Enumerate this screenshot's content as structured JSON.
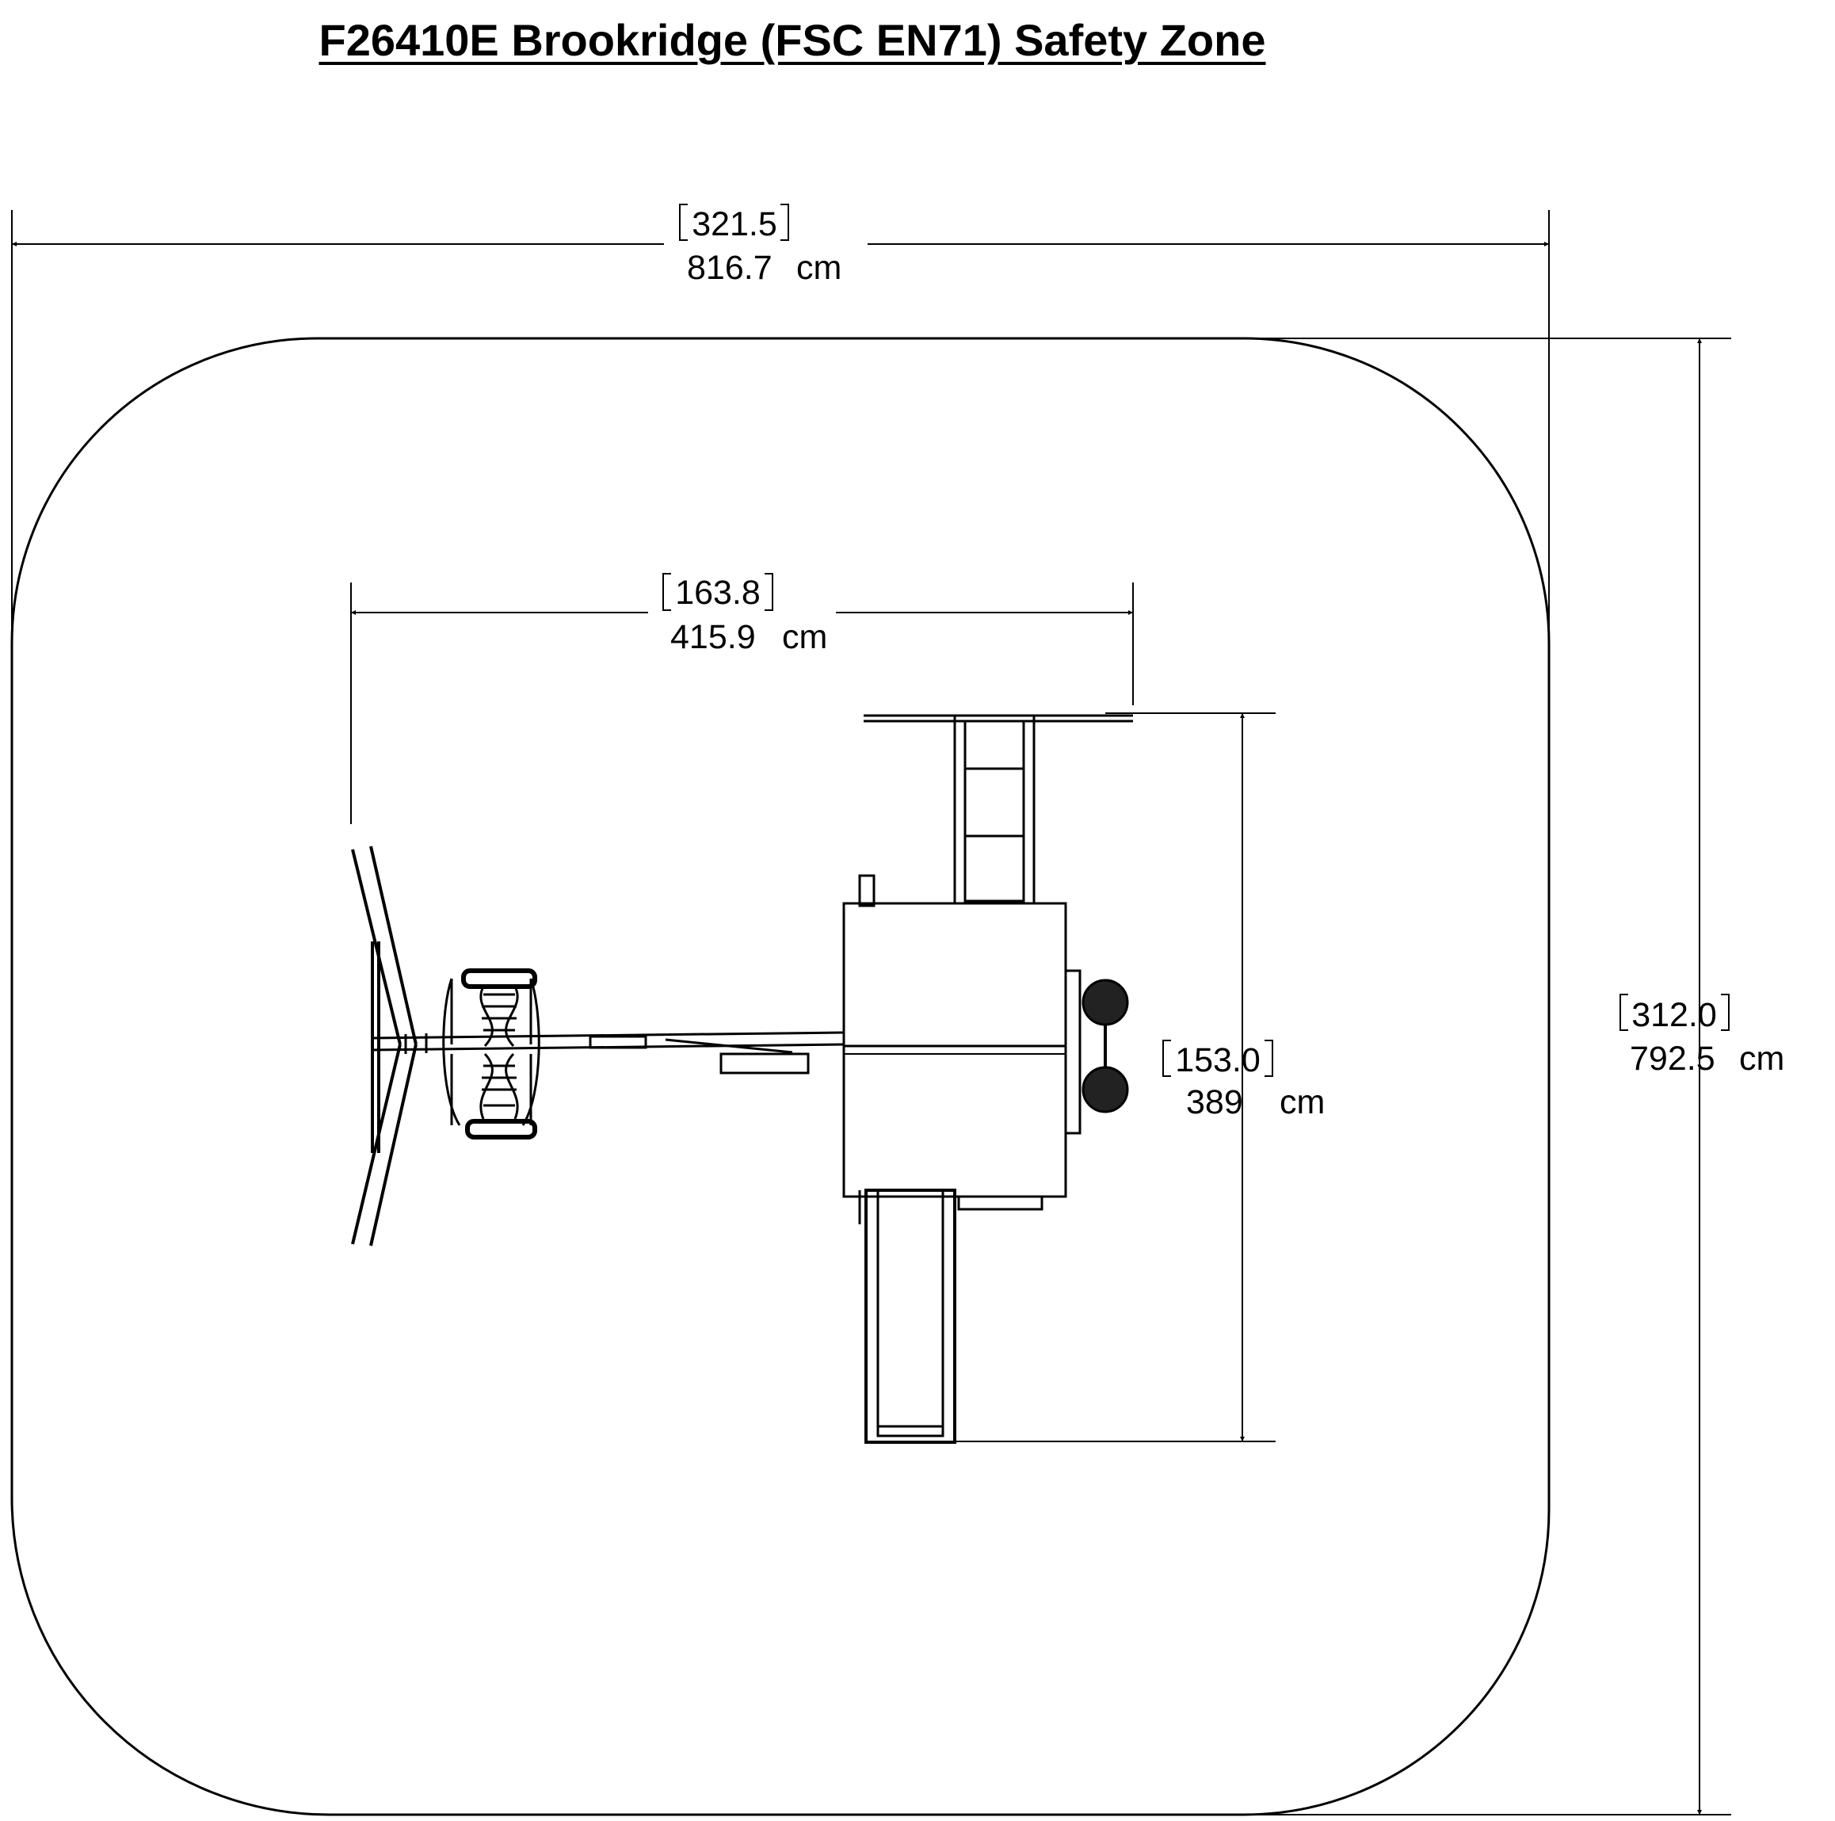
{
  "title": "F26410E Brookridge (FSC EN71) Safety Zone",
  "dimensions": {
    "overall_width": {
      "inches": "321.5",
      "metric": "816.7",
      "unit": "cm"
    },
    "overall_depth": {
      "inches": "312.0",
      "metric": "792.5",
      "unit": "cm"
    },
    "set_width": {
      "inches": "163.8",
      "metric": "415.9",
      "unit": "cm"
    },
    "set_depth": {
      "inches": "153.0",
      "metric": "389",
      "unit": "cm"
    }
  }
}
